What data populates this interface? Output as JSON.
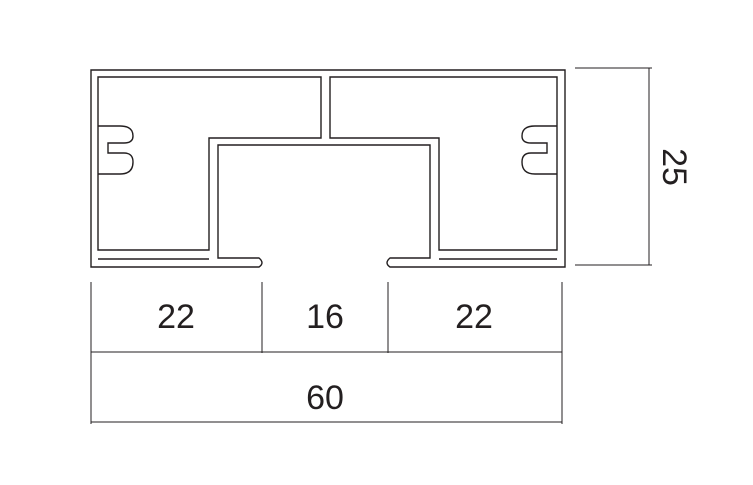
{
  "diagram": {
    "dimensions": {
      "height": "25",
      "segment_left": "22",
      "segment_middle": "16",
      "segment_right": "22",
      "overall_width": "60"
    },
    "colors": {
      "line": "#231f20",
      "background": "#ffffff"
    }
  }
}
